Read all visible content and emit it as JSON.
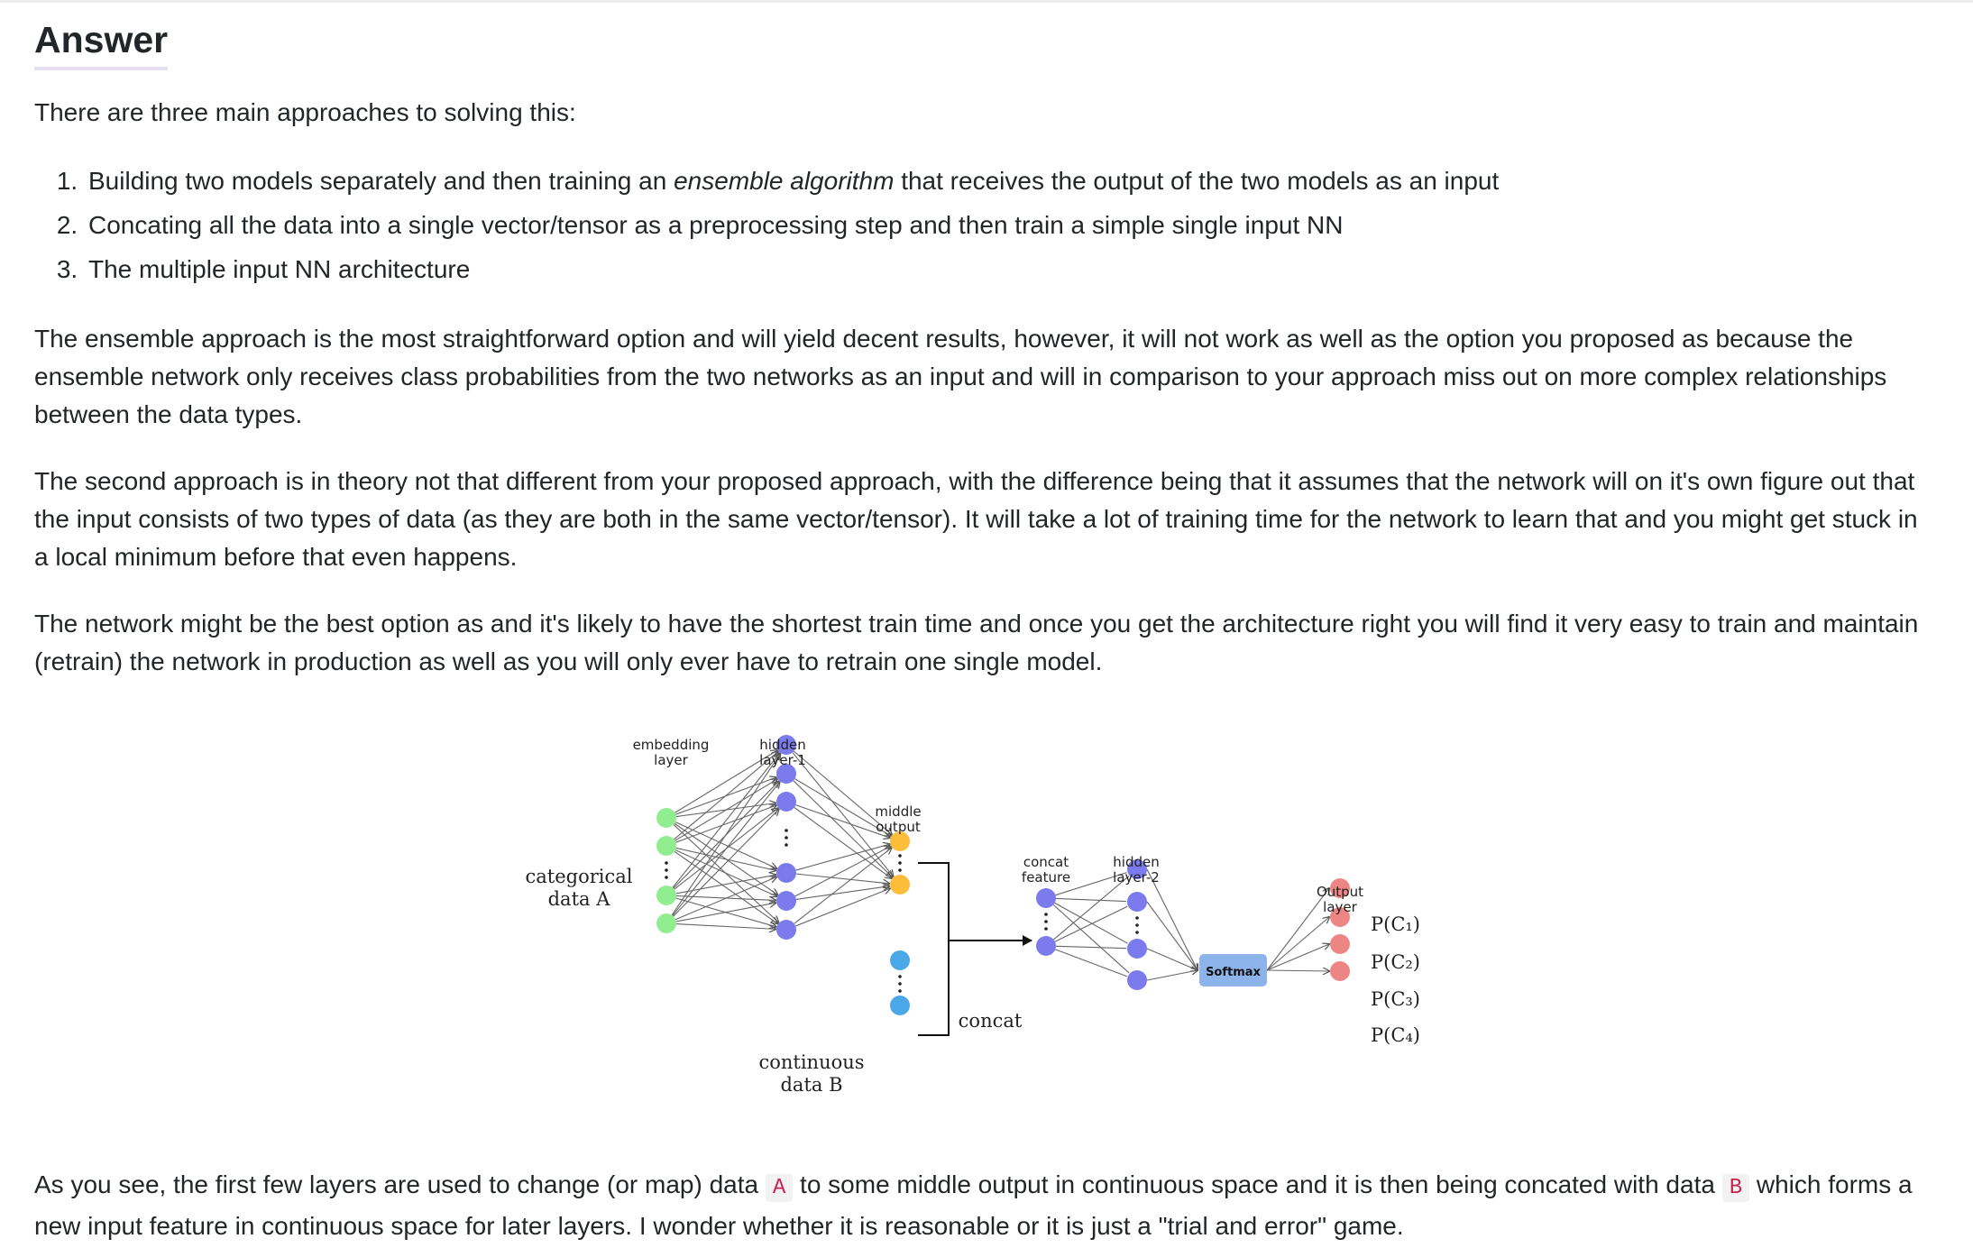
{
  "heading": "Answer",
  "intro": "There are three main approaches to solving this:",
  "approaches": {
    "item1_pre": "Building two models separately and then training an ",
    "item1_em": "ensemble algorithm",
    "item1_post": " that receives the output of the two models as an input",
    "item2": "Concating all the data into a single vector/tensor as a preprocessing step and then train a simple single input NN",
    "item3": "The multiple input NN architecture"
  },
  "paragraphs": {
    "p1": "The ensemble approach is the most straightforward option and will yield decent results, however, it will not work as well as the option you proposed as because the ensemble network only receives class probabilities from the two networks as an input and will in comparison to your approach miss out on more complex relationships between the data types.",
    "p2": "The second approach is in theory not that different from your proposed approach, with the difference being that it assumes that the network will on it's own figure out that the input consists of two types of data (as they are both in the same vector/tensor). It will take a lot of training time for the network to learn that and you might get stuck in a local minimum before that even happens.",
    "p3": "The network might be the best option as and it's likely to have the shortest train time and once you get the architecture right you will find it very easy to train and maintain (retrain) the network in production as well as you will only ever have to retrain one single model."
  },
  "diagram": {
    "embedding_line1": "embedding",
    "embedding_line2": "layer",
    "hidden1_line1": "hidden",
    "hidden1_line2": "layer-1",
    "middle_line1": "middle",
    "middle_line2": "output",
    "concat_feature_line1": "concat",
    "concat_feature_line2": "feature",
    "hidden2_line1": "hidden",
    "hidden2_line2": "layer-2",
    "output_line1": "Output",
    "output_line2": "layer",
    "categorical_line1": "categorical",
    "categorical_line2": "data A",
    "continuous_line1": "continuous",
    "continuous_line2": "data B",
    "concat_label": "concat",
    "softmax": "Softmax",
    "outputs": [
      "P(C₁)",
      "P(C₂)",
      "P(C₃)",
      "P(C₄)"
    ],
    "colors": {
      "embedding": "#90ee90",
      "hidden": "#7b7bed",
      "middle": "#fbbd3a",
      "continuous": "#4aa8e8",
      "output": "#ee8585",
      "softmax": "#8cb4ea"
    }
  },
  "closing": {
    "before_a": "As you see, the first few layers are used to change (or map) data ",
    "code_a": "A",
    "between": " to some middle output in continuous space and it is then being concated with data ",
    "code_b": "B",
    "after_b": " which forms a new input feature in continuous space for later layers. I wonder whether it is reasonable or it is just a \"trial and error\" game."
  }
}
